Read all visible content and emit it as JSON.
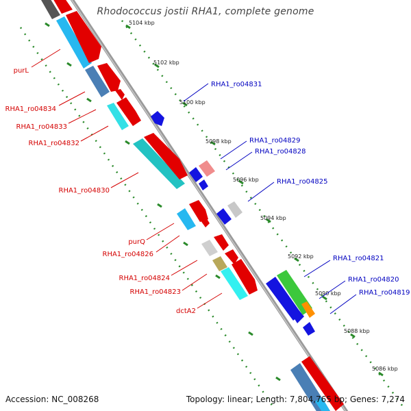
{
  "title": "Rhodococcus jostii RHA1, complete genome",
  "footer": {
    "accession": "Accession: NC_008268",
    "summary": "Topology: linear; Length: 7,804,765 bp; Genes: 7,274"
  },
  "colors": {
    "backbone": "#8a8a8a",
    "tick": "#2a8a2a",
    "label_left": "#d40000",
    "label_right": "#0000c0"
  },
  "ruler": [
    {
      "label": "5104 kbp"
    },
    {
      "label": "5102 kbp"
    },
    {
      "label": "5100 kbp"
    },
    {
      "label": "5098 kbp"
    },
    {
      "label": "5096 kbp"
    },
    {
      "label": "5094 kbp"
    },
    {
      "label": "5092 kbp"
    },
    {
      "label": "5090 kbp"
    },
    {
      "label": "5088 kbp"
    },
    {
      "label": "5086 kbp"
    }
  ],
  "left_labels": [
    {
      "text": "purL"
    },
    {
      "text": "RHA1_ro04834"
    },
    {
      "text": "RHA1_ro04833"
    },
    {
      "text": "RHA1_ro04832"
    },
    {
      "text": "RHA1_ro04830"
    },
    {
      "text": "purQ"
    },
    {
      "text": "RHA1_ro04826"
    },
    {
      "text": "RHA1_ro04824"
    },
    {
      "text": "RHA1_ro04823"
    },
    {
      "text": "dctA2"
    }
  ],
  "right_labels": [
    {
      "text": "RHA1_ro04831"
    },
    {
      "text": "RHA1_ro04829"
    },
    {
      "text": "RHA1_ro04828"
    },
    {
      "text": "RHA1_ro04825"
    },
    {
      "text": "RHA1_ro04821"
    },
    {
      "text": "RHA1_ro04820"
    },
    {
      "text": "RHA1_ro04819"
    }
  ]
}
